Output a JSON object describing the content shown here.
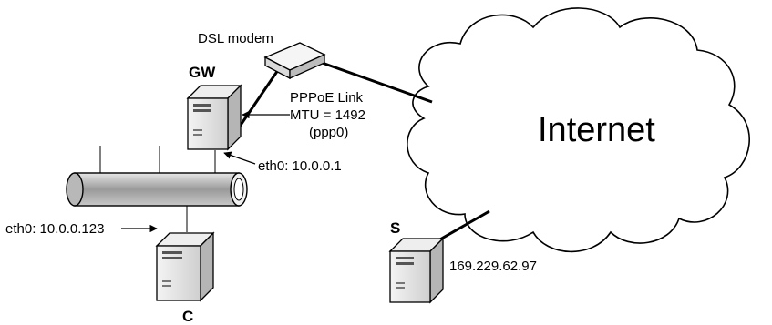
{
  "diagram": {
    "nodes": {
      "modem": {
        "label": "DSL modem",
        "icon": "dsl-modem-icon"
      },
      "gw": {
        "label": "GW",
        "icon": "server-tower-icon"
      },
      "client": {
        "label": "C",
        "icon": "server-tower-icon"
      },
      "server": {
        "label": "S",
        "icon": "server-tower-icon"
      },
      "internet": {
        "label": "Internet",
        "icon": "cloud-icon"
      },
      "lan": {
        "icon": "ethernet-bus-icon"
      }
    },
    "annotations": {
      "pppoe_title": "PPPoE Link",
      "pppoe_mtu": "MTU = 1492",
      "pppoe_iface": "(ppp0)",
      "gw_eth0": "eth0: 10.0.0.1",
      "c_eth0": "eth0: 10.0.0.123",
      "s_ip": "169.229.62.97"
    },
    "colors": {
      "line": "#000000",
      "device_fill": "#d9d9d9",
      "bus_fill": "#b8b8b8"
    }
  }
}
